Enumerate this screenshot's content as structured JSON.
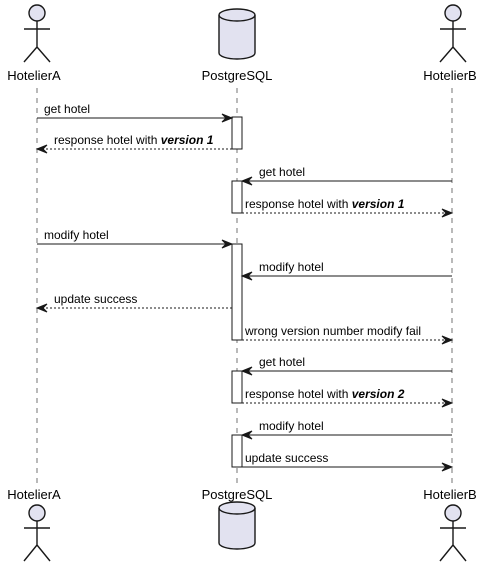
{
  "participants": {
    "a": {
      "name": "HotelierA",
      "kind": "actor"
    },
    "db": {
      "name": "PostgreSQL",
      "kind": "database"
    },
    "b": {
      "name": "HotelierB",
      "kind": "actor"
    }
  },
  "messages": [
    {
      "from": "a",
      "to": "db",
      "style": "solid",
      "text": "get hotel",
      "emphasis": ""
    },
    {
      "from": "db",
      "to": "a",
      "style": "dashed",
      "text": "response hotel with ",
      "emphasis": "version 1"
    },
    {
      "from": "b",
      "to": "db",
      "style": "solid",
      "text": "get hotel",
      "emphasis": ""
    },
    {
      "from": "db",
      "to": "b",
      "style": "dashed",
      "text": "response hotel with ",
      "emphasis": "version 1"
    },
    {
      "from": "a",
      "to": "db",
      "style": "solid",
      "text": "modify hotel",
      "emphasis": ""
    },
    {
      "from": "b",
      "to": "db",
      "style": "solid",
      "text": "modify hotel",
      "emphasis": ""
    },
    {
      "from": "db",
      "to": "a",
      "style": "dashed",
      "text": "update success",
      "emphasis": ""
    },
    {
      "from": "db",
      "to": "b",
      "style": "dashed",
      "text": "wrong version number modify fail",
      "emphasis": ""
    },
    {
      "from": "b",
      "to": "db",
      "style": "solid",
      "text": "get hotel",
      "emphasis": ""
    },
    {
      "from": "db",
      "to": "b",
      "style": "dashed",
      "text": "response hotel with ",
      "emphasis": "version 2"
    },
    {
      "from": "b",
      "to": "db",
      "style": "solid",
      "text": "modify hotel",
      "emphasis": ""
    },
    {
      "from": "db",
      "to": "b",
      "style": "solid",
      "text": "update success",
      "emphasis": ""
    }
  ],
  "colors": {
    "participant_fill": "#e2e2f0",
    "participant_stroke": "#181818",
    "lifeline": "#181818",
    "activation_fill": "#ffffff",
    "arrow": "#181818",
    "text": "#000000"
  }
}
